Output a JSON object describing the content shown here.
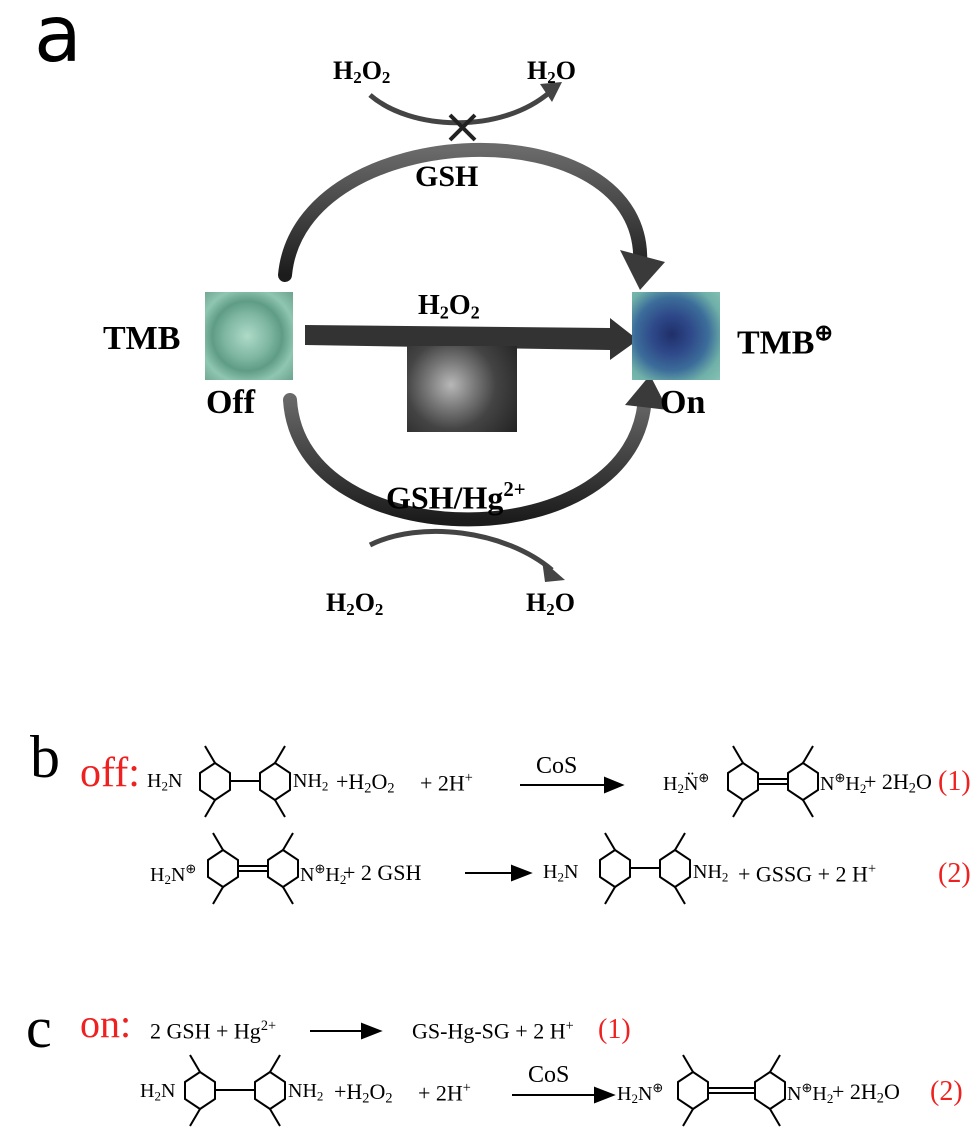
{
  "panel_a": {
    "letter": "a",
    "top_in": "H2O2",
    "top_out": "H2O",
    "top_block_label": "GSH",
    "left_label": "TMB",
    "left_state": "Off",
    "middle_label": "H2O2",
    "right_label": "TMB",
    "right_charge": "⊕",
    "right_state": "On",
    "bottom_label_main": "GSH/Hg",
    "bottom_label_sup": "2+",
    "bottom_in": "H2O2",
    "bottom_out": "H2O"
  },
  "panel_b": {
    "letter": "b",
    "tag": "off:",
    "eq1_plus_h2o2": "+H2O2",
    "eq1_plus_2h": "+ 2H",
    "eq1_catalyst": "CoS",
    "eq1_product_extra": "+ 2H2O",
    "eq1_number": "(1)",
    "eq2_reagent": "+ 2 GSH",
    "eq2_products": "+ GSSG + 2 H",
    "eq2_number": "(2)"
  },
  "panel_c": {
    "letter": "c",
    "tag": "on:",
    "eq1_left": "2 GSH + Hg",
    "eq1_left_sup": "2+",
    "eq1_right": "GS-Hg-SG + 2 H",
    "eq1_number": "(1)",
    "eq2_plus_h2o2": "+H2O2",
    "eq2_plus_2h": "+ 2H",
    "eq2_catalyst": "CoS",
    "eq2_product_extra": "+ 2H2O",
    "eq2_number": "(2)"
  },
  "colors": {
    "arrow_dark": "#2a2a2a",
    "red_text": "#ee2020",
    "off_well": "#7fb7a3",
    "on_well": "#3c5f9a"
  }
}
